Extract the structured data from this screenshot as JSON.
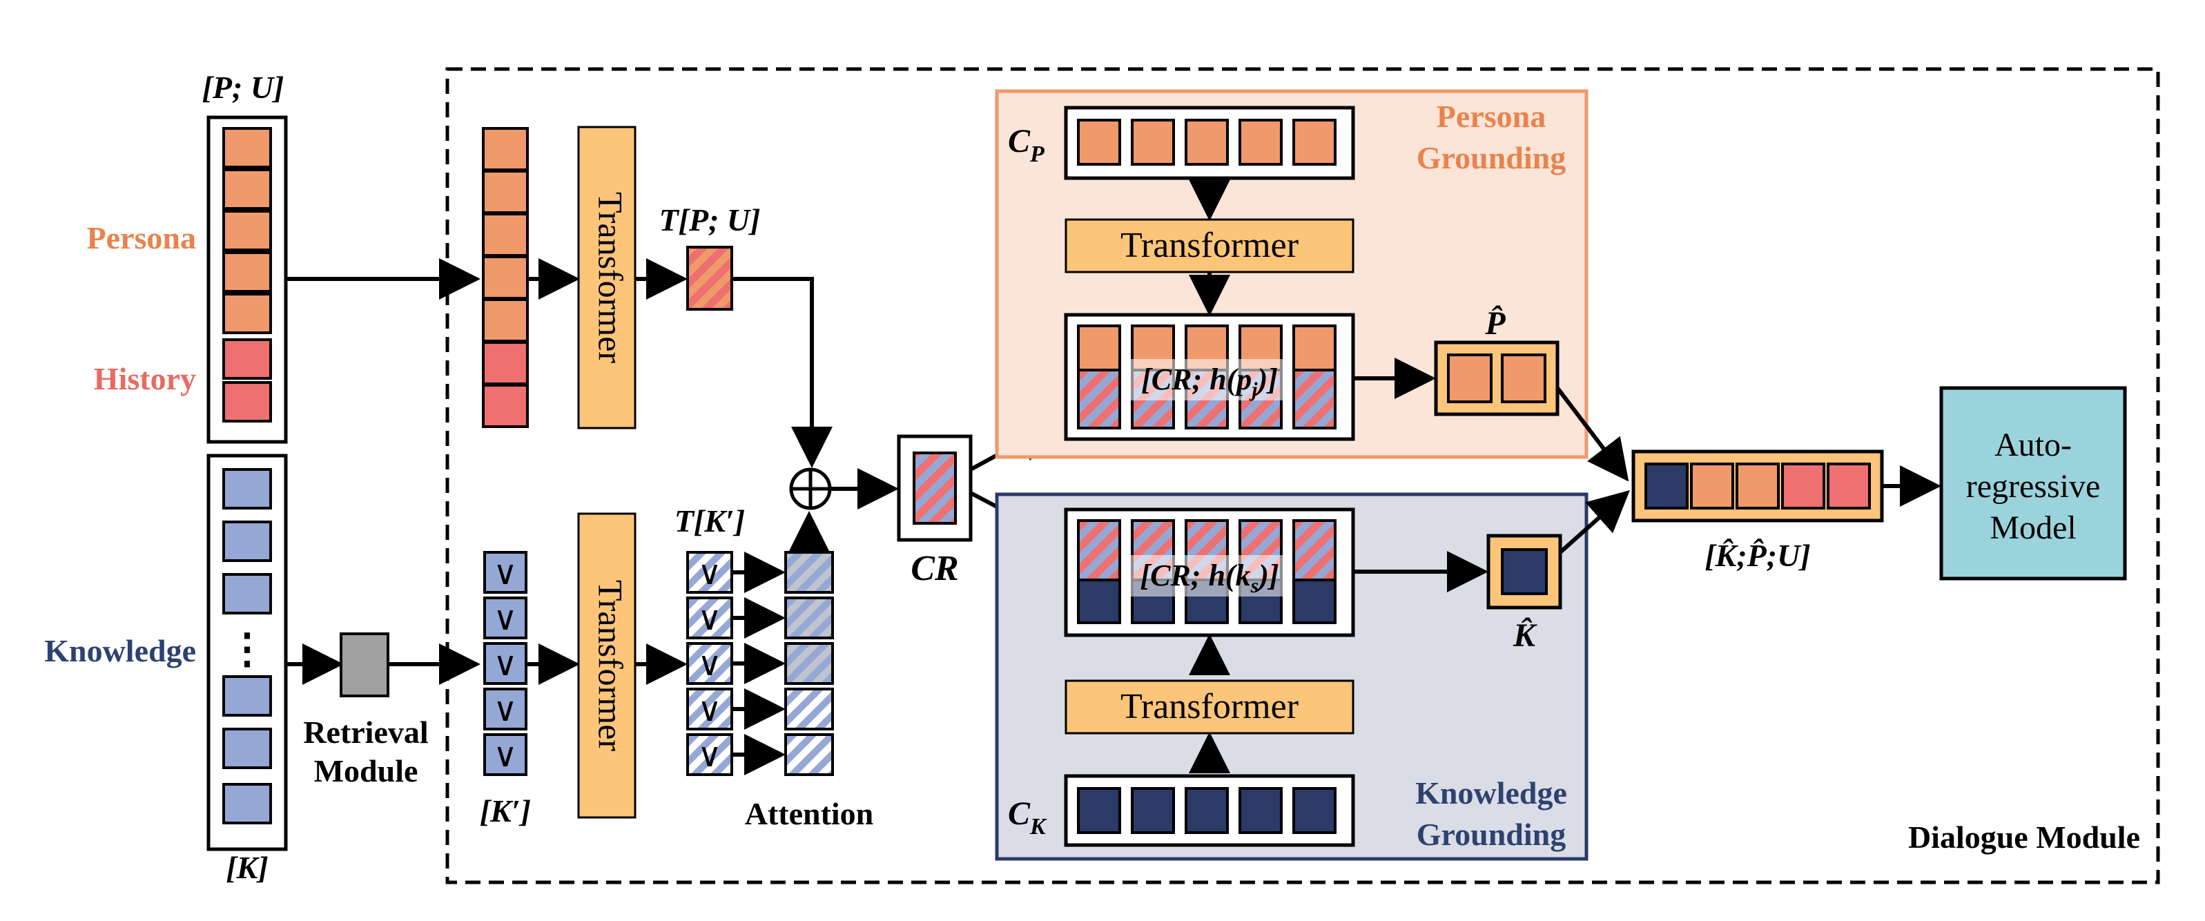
{
  "labels": {
    "persona": "Persona",
    "history": "History",
    "knowledge": "Knowledge",
    "pu_bracket": "[P; U]",
    "k_bracket": "[K]",
    "kprime_bracket": "[K′]",
    "retrieval_line1": "Retrieval",
    "retrieval_line2": "Module",
    "transformer": "Transformer",
    "t_pu": "T[P; U]",
    "t_kprime": "T[K′]",
    "attention": "Attention",
    "cr": "CR",
    "cp_main": "C",
    "cp_sub": "P",
    "ck_main": "C",
    "ck_sub": "K",
    "persona_grounding_line1": "Persona",
    "persona_grounding_line2": "Grounding",
    "knowledge_grounding_line1": "Knowledge",
    "knowledge_grounding_line2": "Grounding",
    "cr_hpj": "[CR; h(p",
    "cr_hpj_sub": "j",
    "cr_hks": "[CR; h(k",
    "cr_hks_sub": "s",
    "close_paren": ")]",
    "p_hat": "P̂",
    "k_hat": "K̂",
    "output_bracket": "[K̂;P̂;U]",
    "auto_line1": "Auto-",
    "auto_line2": "regressive",
    "auto_line3": "Model",
    "dialogue_module": "Dialogue Module",
    "dots": "⋮",
    "vee": "∨",
    "oplus": "⊕"
  },
  "colors": {
    "persona_orange": "#F0996B",
    "history_red": "#EE7070",
    "knowledge_blue": "#95A8D5",
    "navy": "#2B3A67",
    "transformer_yellow": "#FCC57A",
    "persona_bg": "#FBE5D8",
    "persona_border": "#F0996B",
    "knowledge_bg": "#DADDE6",
    "knowledge_border": "#2B3A67",
    "auto_teal": "#9AD3DB",
    "label_orange": "#E8834D",
    "label_red": "#E86B62",
    "label_navy": "#2E4270",
    "retrieval_gray": "#A0A0A0"
  }
}
